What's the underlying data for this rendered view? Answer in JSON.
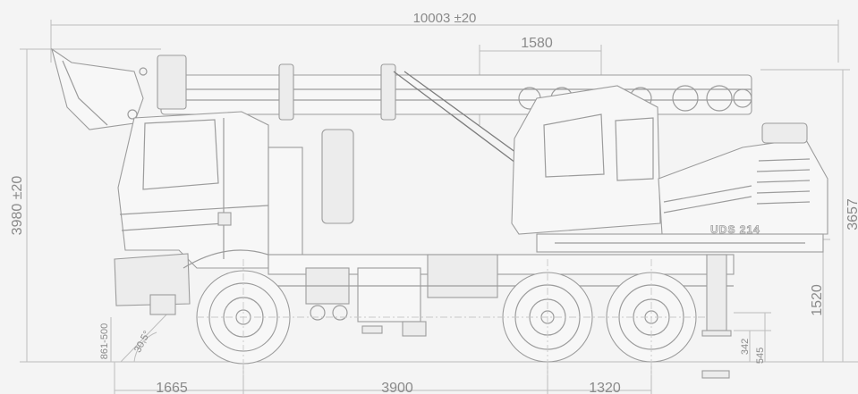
{
  "dimensions": {
    "overall_length": "10003 ±20",
    "crane_offset": "1580",
    "total_height": "3980 ±20",
    "cab_height": "3657",
    "front_overhang": "1665",
    "wheelbase_main": "3900",
    "wheelbase_rear": "1320",
    "deck_height": "1520",
    "clearance_a": "342",
    "clearance_b": "545",
    "front_low": "861-500",
    "approach_angle": "30,5°"
  },
  "vehicle": {
    "model_label": "UDS 214"
  },
  "colors": {
    "background": "#f4f4f4",
    "line": "#9c9c9c",
    "text": "#8a8a8a"
  }
}
